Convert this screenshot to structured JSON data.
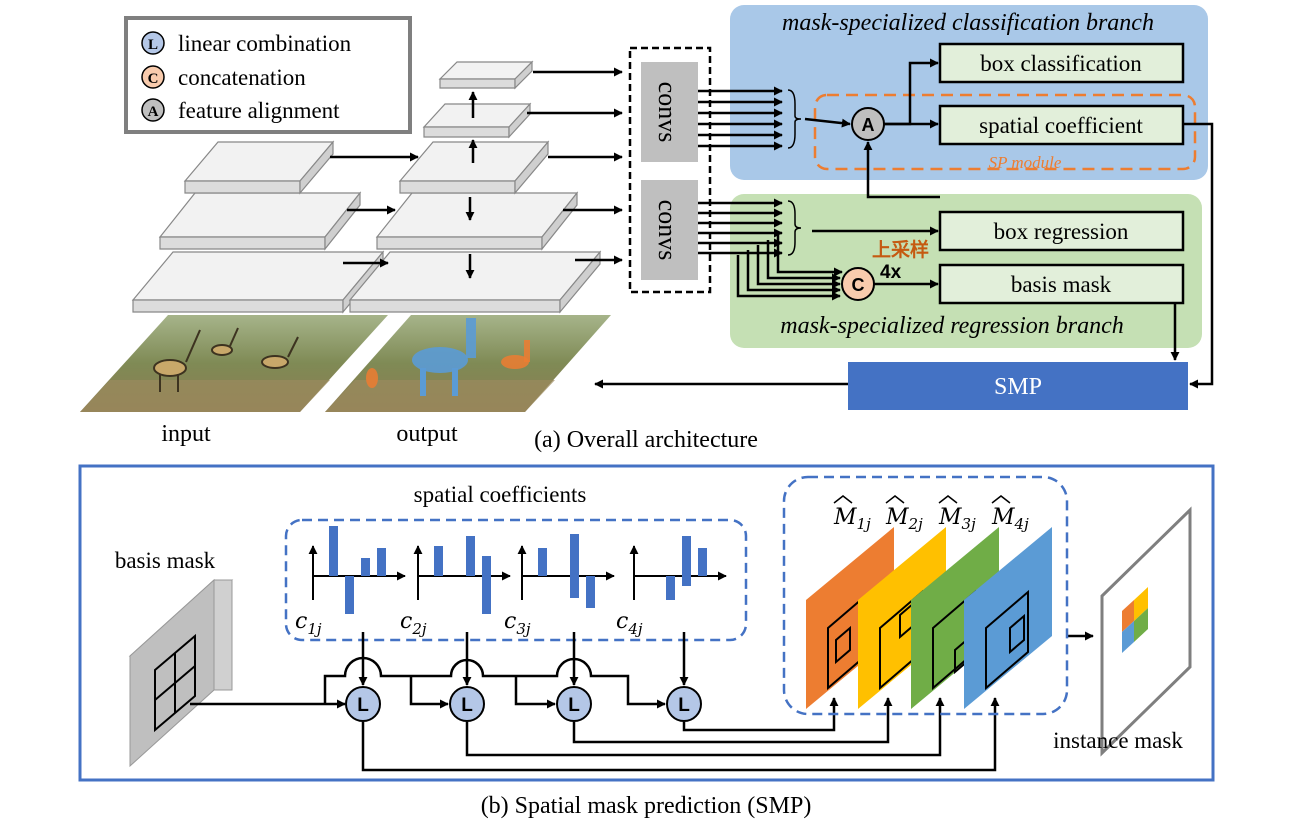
{
  "legend": {
    "items": [
      {
        "symbol": "L",
        "label": "linear combination",
        "color": "#b4c7e7"
      },
      {
        "symbol": "C",
        "label": "concatenation",
        "color": "#f8cbad"
      },
      {
        "symbol": "A",
        "label": "feature alignment",
        "color": "#bfbfbf"
      }
    ]
  },
  "top": {
    "convs_label": "convs",
    "cls_branch_title": "mask-specialized classification branch",
    "reg_branch_title": "mask-specialized regression branch",
    "box_classification": "box classification",
    "spatial_coefficient": "spatial coefficient",
    "sp_module": "SP module",
    "box_regression": "box regression",
    "basis_mask": "basis mask",
    "upsample_cn": "上采样",
    "upsample_factor": "4x",
    "align_symbol": "A",
    "concat_symbol": "C",
    "smp": "SMP",
    "input_label": "input",
    "output_label": "output",
    "caption": "(a) Overall architecture"
  },
  "bottom": {
    "spatial_coefficients": "spatial coefficients",
    "basis_mask": "basis mask",
    "instance_mask": "instance mask",
    "caption": "(b) Spatial mask prediction (SMP)",
    "lin_symbol": "L",
    "coeff_base": "c",
    "mask_base": "M",
    "subscripts": [
      "1j",
      "2j",
      "3j",
      "4j"
    ],
    "mask_colors": [
      "#ed7d31",
      "#ffc000",
      "#70ad47",
      "#5b9bd5"
    ]
  },
  "colors": {
    "cls_branch_bg": "#a9c8e8",
    "reg_branch_bg": "#c5e0b4",
    "box_fill": "#e2efda",
    "smp_fill": "#4472c4",
    "bar_color": "#4472c4",
    "sp_border": "#ed7d31",
    "convs_fill": "#bfbfbf",
    "upsample_text": "#c55a11",
    "frame_border": "#4472c4"
  }
}
